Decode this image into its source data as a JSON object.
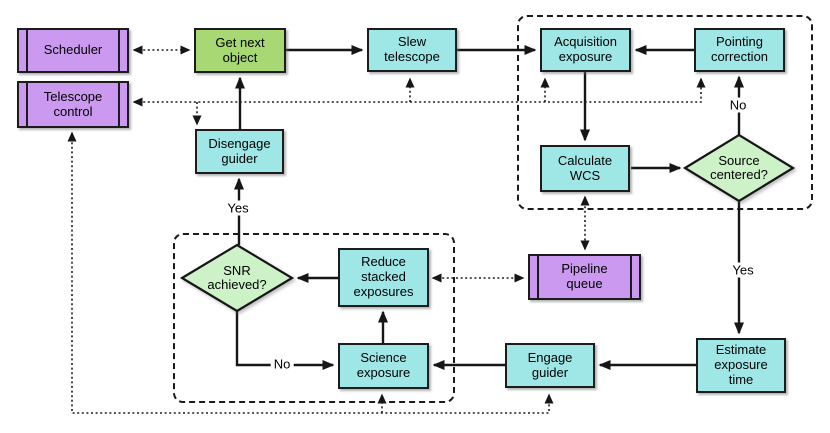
{
  "colors": {
    "process_fill": "#9FE7E7",
    "start_fill": "#A7D873",
    "external_fill": "#CB99F0",
    "decision_fill": "#CDF2C8",
    "line": "#161616",
    "background": "#FFFFFF"
  },
  "nodes": {
    "scheduler": {
      "label": "Scheduler",
      "type": "subroutine"
    },
    "telescope_control": {
      "label": "Telescope\ncontrol",
      "type": "subroutine"
    },
    "get_next_object": {
      "label": "Get next\nobject",
      "type": "process"
    },
    "slew_telescope": {
      "label": "Slew\ntelescope",
      "type": "process"
    },
    "acquisition_exposure": {
      "label": "Acquisition\nexposure",
      "type": "process"
    },
    "pointing_correction": {
      "label": "Pointing\ncorrection",
      "type": "process"
    },
    "calculate_wcs": {
      "label": "Calculate\nWCS",
      "type": "process"
    },
    "source_centered": {
      "label": "Source\ncentered?",
      "type": "decision"
    },
    "disengage_guider": {
      "label": "Disengage\nguider",
      "type": "process"
    },
    "snr_achieved": {
      "label": "SNR\nachieved?",
      "type": "decision"
    },
    "reduce_stacked_exposures": {
      "label": "Reduce\nstacked\nexposures",
      "type": "process"
    },
    "science_exposure": {
      "label": "Science\nexposure",
      "type": "process"
    },
    "pipeline_queue": {
      "label": "Pipeline\nqueue",
      "type": "subroutine"
    },
    "engage_guider": {
      "label": "Engage\nguider",
      "type": "process"
    },
    "estimate_exposure_time": {
      "label": "Estimate\nexposure\ntime",
      "type": "process"
    }
  },
  "edge_labels": {
    "source_centered_no": "No",
    "source_centered_yes": "Yes",
    "snr_achieved_yes": "Yes",
    "snr_achieved_no": "No"
  }
}
